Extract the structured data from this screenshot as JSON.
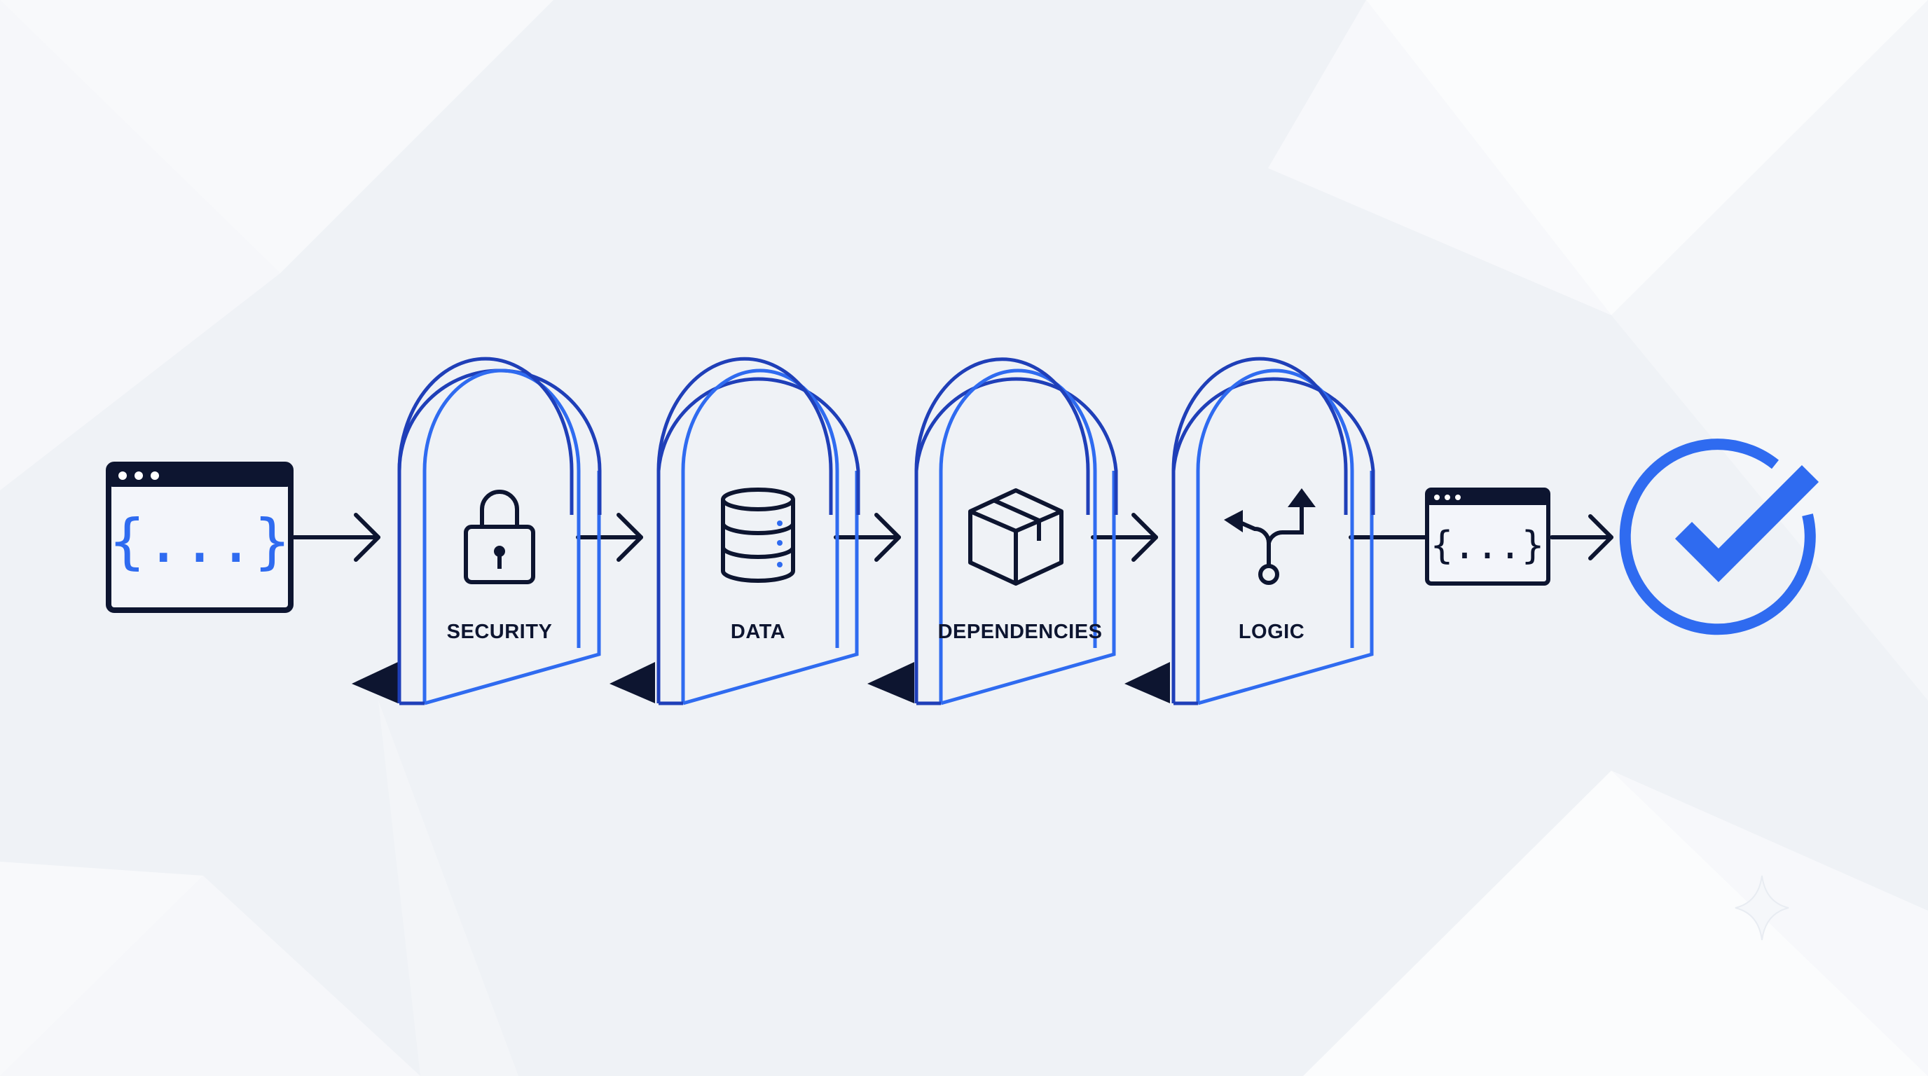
{
  "diagram": {
    "input_window": {
      "icon": "code-window-icon",
      "glyph": "{...}"
    },
    "gates": [
      {
        "id": "security",
        "label": "SECURITY",
        "icon": "lock-icon"
      },
      {
        "id": "data",
        "label": "DATA",
        "icon": "database-icon"
      },
      {
        "id": "dependencies",
        "label": "DEPENDENCIES",
        "icon": "package-box-icon"
      },
      {
        "id": "logic",
        "label": "LOGIC",
        "icon": "branch-icon"
      }
    ],
    "output_window": {
      "icon": "code-window-icon",
      "glyph": "{...}"
    },
    "result": {
      "icon": "checkmark-circle-icon"
    },
    "colors": {
      "background": "#eff2f6",
      "background_light": "#f8f9fb",
      "dark_navy": "#0d1530",
      "gate_blue_dark": "#1f3fb8",
      "gate_blue_light": "#2f6bf0",
      "accent_blue": "#2f6bf0"
    }
  }
}
